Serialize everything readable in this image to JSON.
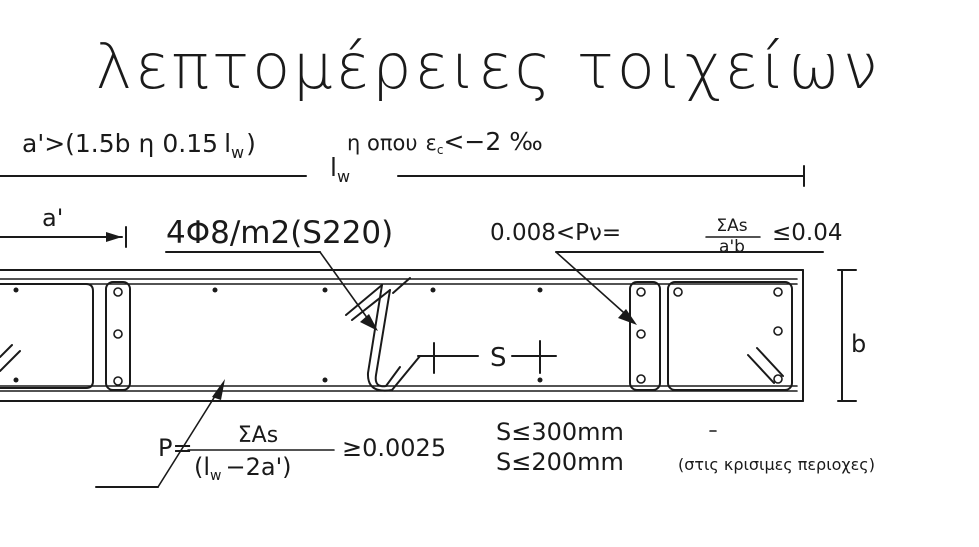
{
  "title": "λεπτομέρειες τοιχείων",
  "length_condition": {
    "a_prime_lhs": "a'>(1.5b",
    "or_word": "η",
    "lw_factor": "0.15",
    "l_symbol": "l",
    "w_sub": "w",
    "close_paren": ")",
    "where_text": "η οπου",
    "epsilon": "ε",
    "epsilon_sub": "c",
    "strain_limit": "<−2 ‰"
  },
  "dimension_lw": {
    "l": "l",
    "w": "w"
  },
  "dimension_a_prime": "a'",
  "stirrup_label": "4Φ8/m2(S220)",
  "pv_condition": {
    "lower": "0.008<",
    "symbol": "Pν=",
    "numerator": "ΣAs",
    "denominator": "a'b",
    "upper": "≤0.04"
  },
  "dimension_b": "b",
  "spacing_symbol": "S",
  "p_condition": {
    "symbol": "P=",
    "numerator": "ΣAs",
    "denominator_open": "(l",
    "denominator_sub": "w",
    "denominator_close": "−2a')",
    "limit": "≥0.0025"
  },
  "spacing_limits": {
    "general": "S≤300mm",
    "critical": "S≤200mm",
    "critical_note": "(στις κρισιμες περιοχες)"
  }
}
